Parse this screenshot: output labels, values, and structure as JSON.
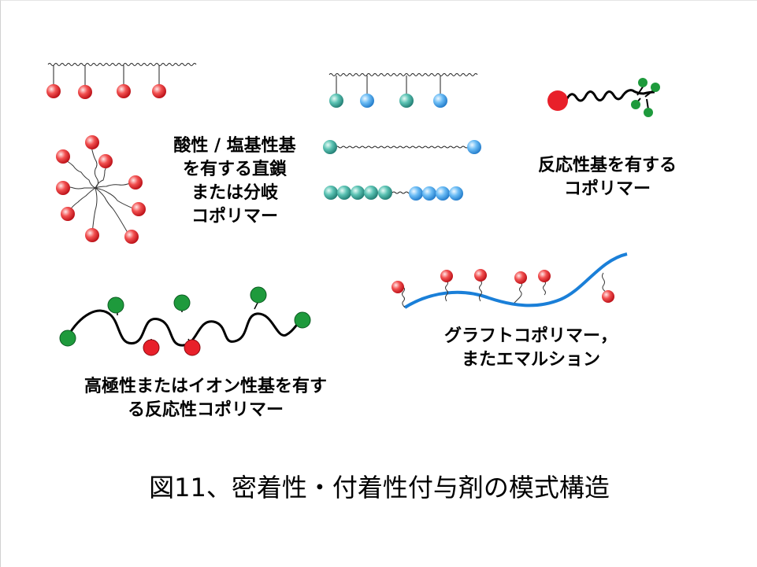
{
  "labels": {
    "acid_base": [
      "酸性 / 塩基性基",
      "を有する直鎖",
      "または分岐",
      "コポリマー"
    ],
    "reactive": [
      "反応性基を有する",
      "コポリマー"
    ],
    "polar_ionic": [
      "高極性またはイオン性基を有す",
      "る反応性コポリマー"
    ],
    "graft": [
      "グラフトコポリマー，",
      "またエマルション"
    ]
  },
  "caption": "図11、密着性・付着性付与剤の模式構造",
  "colors": {
    "red": "#e8202a",
    "teal": "#3aa79a",
    "light_blue": "#4aa8f0",
    "green": "#1e9a3c",
    "blue_chain": "#1a7fd8",
    "black": "#000000"
  }
}
